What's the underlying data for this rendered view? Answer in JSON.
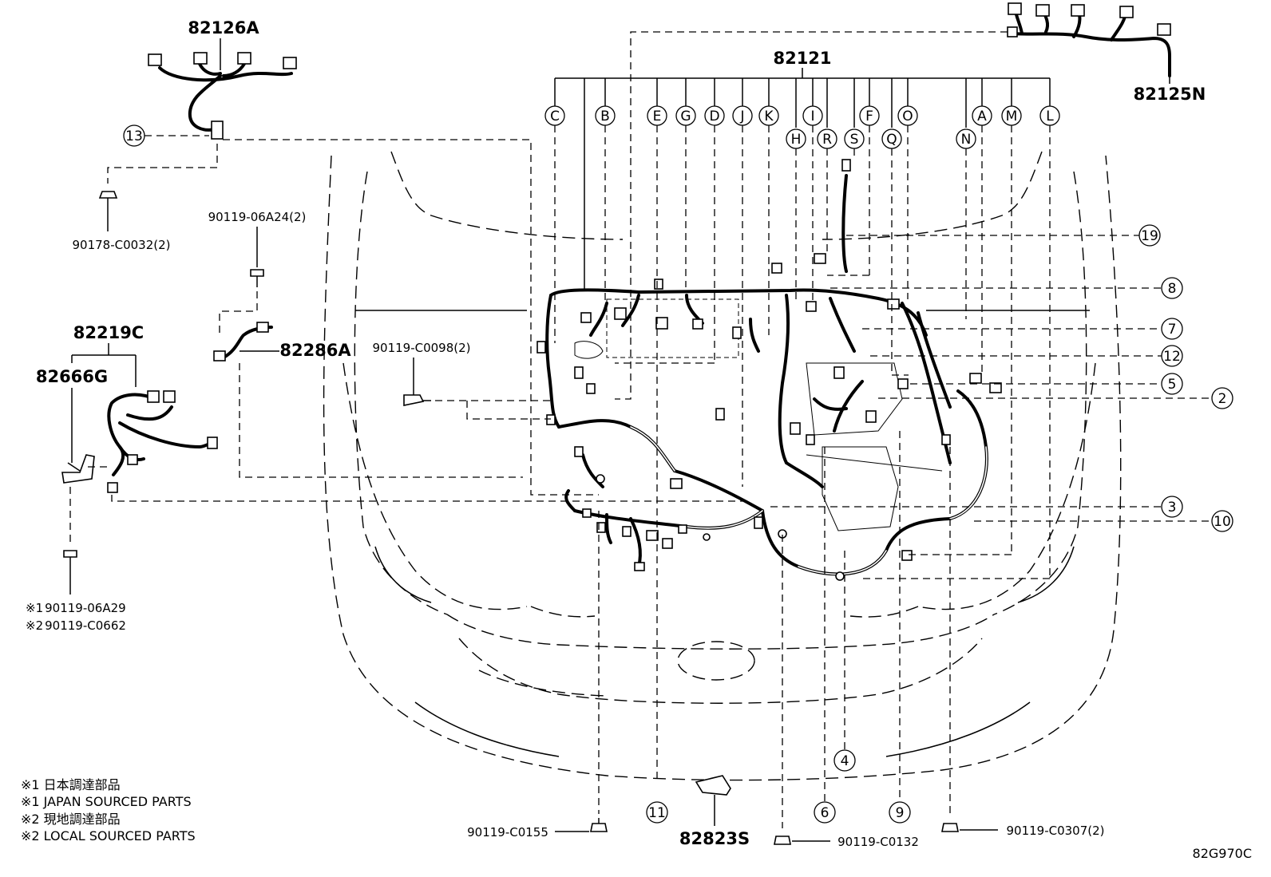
{
  "parts": {
    "p82126A": "82126A",
    "p82121": "82121",
    "p82125N": "82125N",
    "p82219C": "82219C",
    "p82666G": "82666G",
    "p82286A": "82286A",
    "p82823S": "82823S",
    "b90178_C0032": "90178-C0032(2)",
    "b90119_06A24": "90119-06A24(2)",
    "b90119_C0098": "90119-C0098(2)",
    "b90119_06A29": "90119-06A29",
    "b90119_C0662": "90119-C0662",
    "b90119_C0155": "90119-C0155",
    "b90119_C0132": "90119-C0132",
    "b90119_C0307": "90119-C0307(2)"
  },
  "letters": {
    "C": "C",
    "B": "B",
    "E": "E",
    "G": "G",
    "D": "D",
    "J": "J",
    "K": "K",
    "I": "I",
    "H": "H",
    "R": "R",
    "S": "S",
    "F": "F",
    "Q": "Q",
    "O": "O",
    "N": "N",
    "A": "A",
    "M": "M",
    "L": "L"
  },
  "numbers": {
    "n13": "13",
    "n19": "19",
    "n8": "8",
    "n7": "7",
    "n12": "12",
    "n5": "5",
    "n2": "2",
    "n3": "3",
    "n10": "10",
    "n4": "4",
    "n11": "11",
    "n6": "6",
    "n9": "9"
  },
  "notes": {
    "mark1": "※1",
    "mark2": "※2",
    "line1": "※1 日本調達部品",
    "line2": "※1 JAPAN SOURCED PARTS",
    "line3": "※2 現地調達部品",
    "line4": "※2 LOCAL SOURCED PARTS"
  },
  "diagram_code": "82G970C"
}
